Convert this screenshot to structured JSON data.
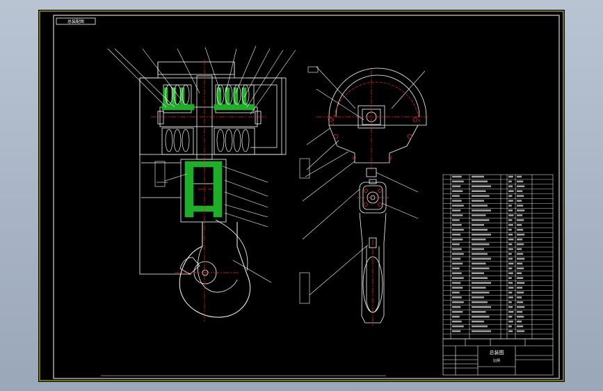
{
  "drawing": {
    "corner_note": "总装配图",
    "title_block": {
      "drawing_name": "总装图",
      "scale": "比例"
    },
    "colors": {
      "background": "#000000",
      "line": "#ffffff",
      "border": "#e8e800",
      "section_fill": "#1fae2a",
      "center_line": "#ff2020",
      "desktop": "#a9b5c6"
    }
  }
}
